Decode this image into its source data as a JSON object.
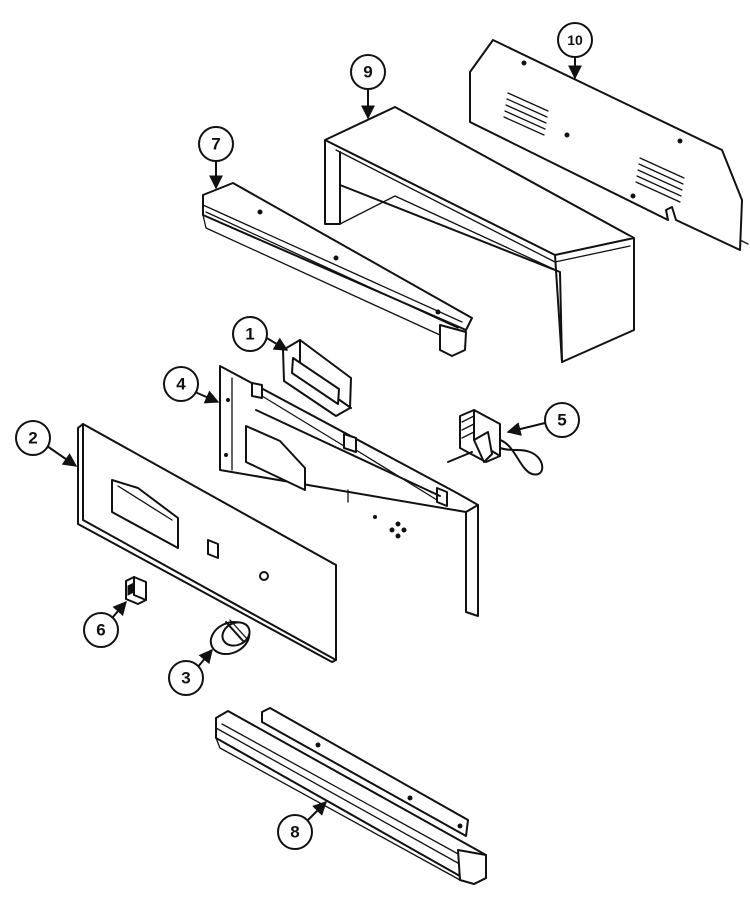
{
  "callouts": {
    "p1": "1",
    "p2": "2",
    "p3": "3",
    "p4": "4",
    "p5": "5",
    "p6": "6",
    "p7": "7",
    "p8": "8",
    "p9": "9",
    "p10": "10"
  },
  "colors": {
    "ink": "#111111",
    "paper": "#ffffff"
  }
}
